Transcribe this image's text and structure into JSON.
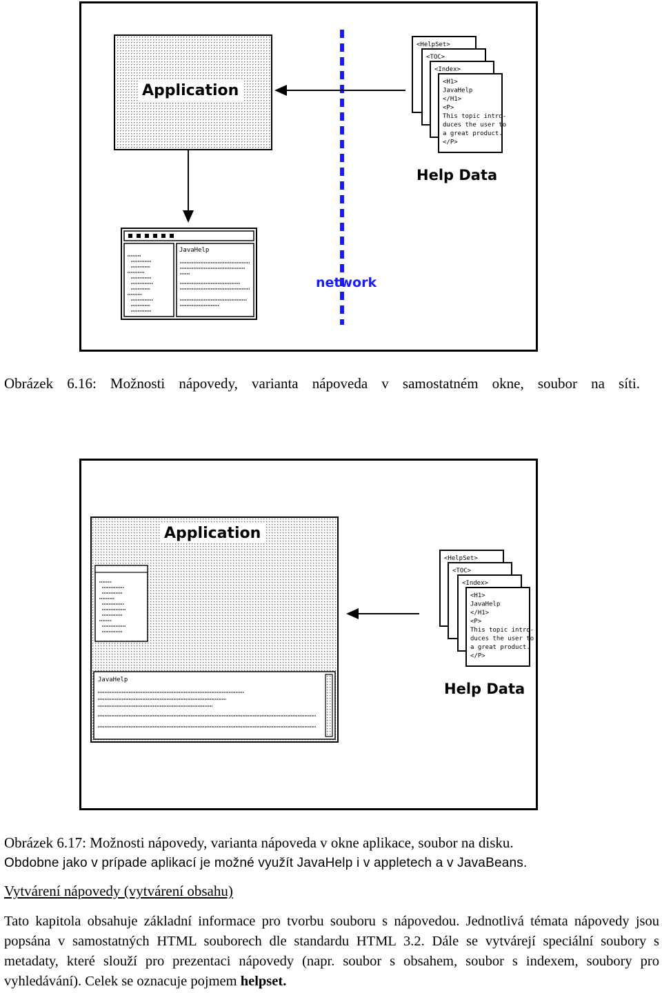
{
  "figure1": {
    "app_label": "Application",
    "help_data_label": "Help Data",
    "network_label": "network",
    "javahelp_label": "JavaHelp",
    "files": {
      "helpset": "<HelpSet>",
      "toc": "<TOC>",
      "index": "<Index>",
      "topic_lines": [
        "<H1>",
        "JavaHelp",
        "</H1>",
        "<P>",
        "This topic intro-",
        "duces the user to",
        "a great product.",
        "</P>"
      ]
    },
    "caption": "Obrázek 6.16: Možnosti nápovedy, varianta nápoveda v samostatném okne, soubor na síti."
  },
  "figure2": {
    "app_label": "Application",
    "help_data_label": "Help Data",
    "javahelp_label": "JavaHelp",
    "files": {
      "helpset": "<HelpSet>",
      "toc": "<TOC>",
      "index": "<Index>",
      "topic_lines": [
        "<H1>",
        "JavaHelp",
        "</H1>",
        "<P>",
        "This topic intro-",
        "duces the user to",
        "a great product.",
        "</P>"
      ]
    },
    "caption": "Obrázek 6.17: Možnosti nápovedy, varianta nápoveda v okne aplikace, soubor na disku."
  },
  "text": {
    "applet_note": "Obdobne jako v prípade aplikací je možné využít JavaHelp i v appletech a v JavaBeans.",
    "heading": "Vytvárení nápovedy (vytvárení obsahu)",
    "paragraph": "Tato kapitola obsahuje základní informace pro tvorbu souboru s nápovedou. Jednotlivá témata nápovedy jsou popsána v samostatných HTML souborech dle standardu HTML 3.2. Dále se vytvárejí speciální soubory s metadaty, které slouží pro prezentaci nápovedy (napr. soubor s obsahem, soubor s indexem, soubory pro vyhledávání). Celek se oznacuje pojmem",
    "term": "helpset."
  }
}
